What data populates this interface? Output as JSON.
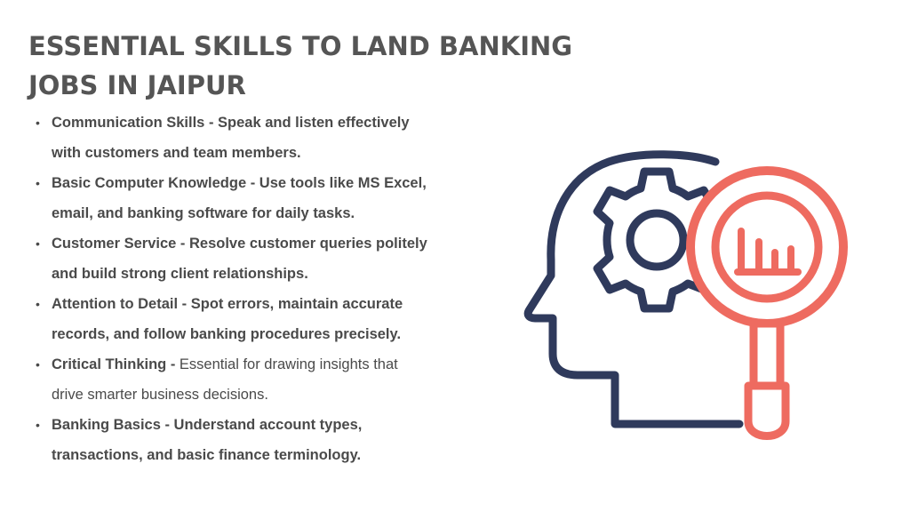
{
  "title": {
    "line1": "ESSENTIAL SKILLS TO LAND BANKING",
    "line2": "JOBS IN JAIPUR"
  },
  "skills": [
    {
      "name": "Communication Skills",
      "line1_rest": " - Speak and listen effectively",
      "line2": "with customers and team members.",
      "style": "bold"
    },
    {
      "name": "Basic Computer Knowledge",
      "line1_rest": " - Use tools like MS Excel,",
      "line2": "email, and banking software for daily tasks.",
      "style": "bold"
    },
    {
      "name": "Customer Service",
      "line1_rest": " - Resolve customer queries politely",
      "line2": "and build strong client relationships.",
      "style": "bold"
    },
    {
      "name": "Attention to Detail",
      "line1_rest": " - Spot errors, maintain accurate",
      "line2": "records, and follow banking procedures precisely.",
      "style": "bold"
    },
    {
      "name": "Critical Thinking -",
      "line1_rest": " Essential for drawing insights that",
      "line2": "drive smarter business decisions.",
      "style": "regular"
    },
    {
      "name": "Banking Basics",
      "line1_rest": " - Understand account types,",
      "line2": "transactions, and basic finance terminology.",
      "style": "bold"
    }
  ],
  "bullet": "•",
  "illustration": {
    "icon": "head-gear-magnifier-chart-icon",
    "colors": {
      "head": "#2f3a5c",
      "magnifier": "#ee6b60"
    }
  }
}
